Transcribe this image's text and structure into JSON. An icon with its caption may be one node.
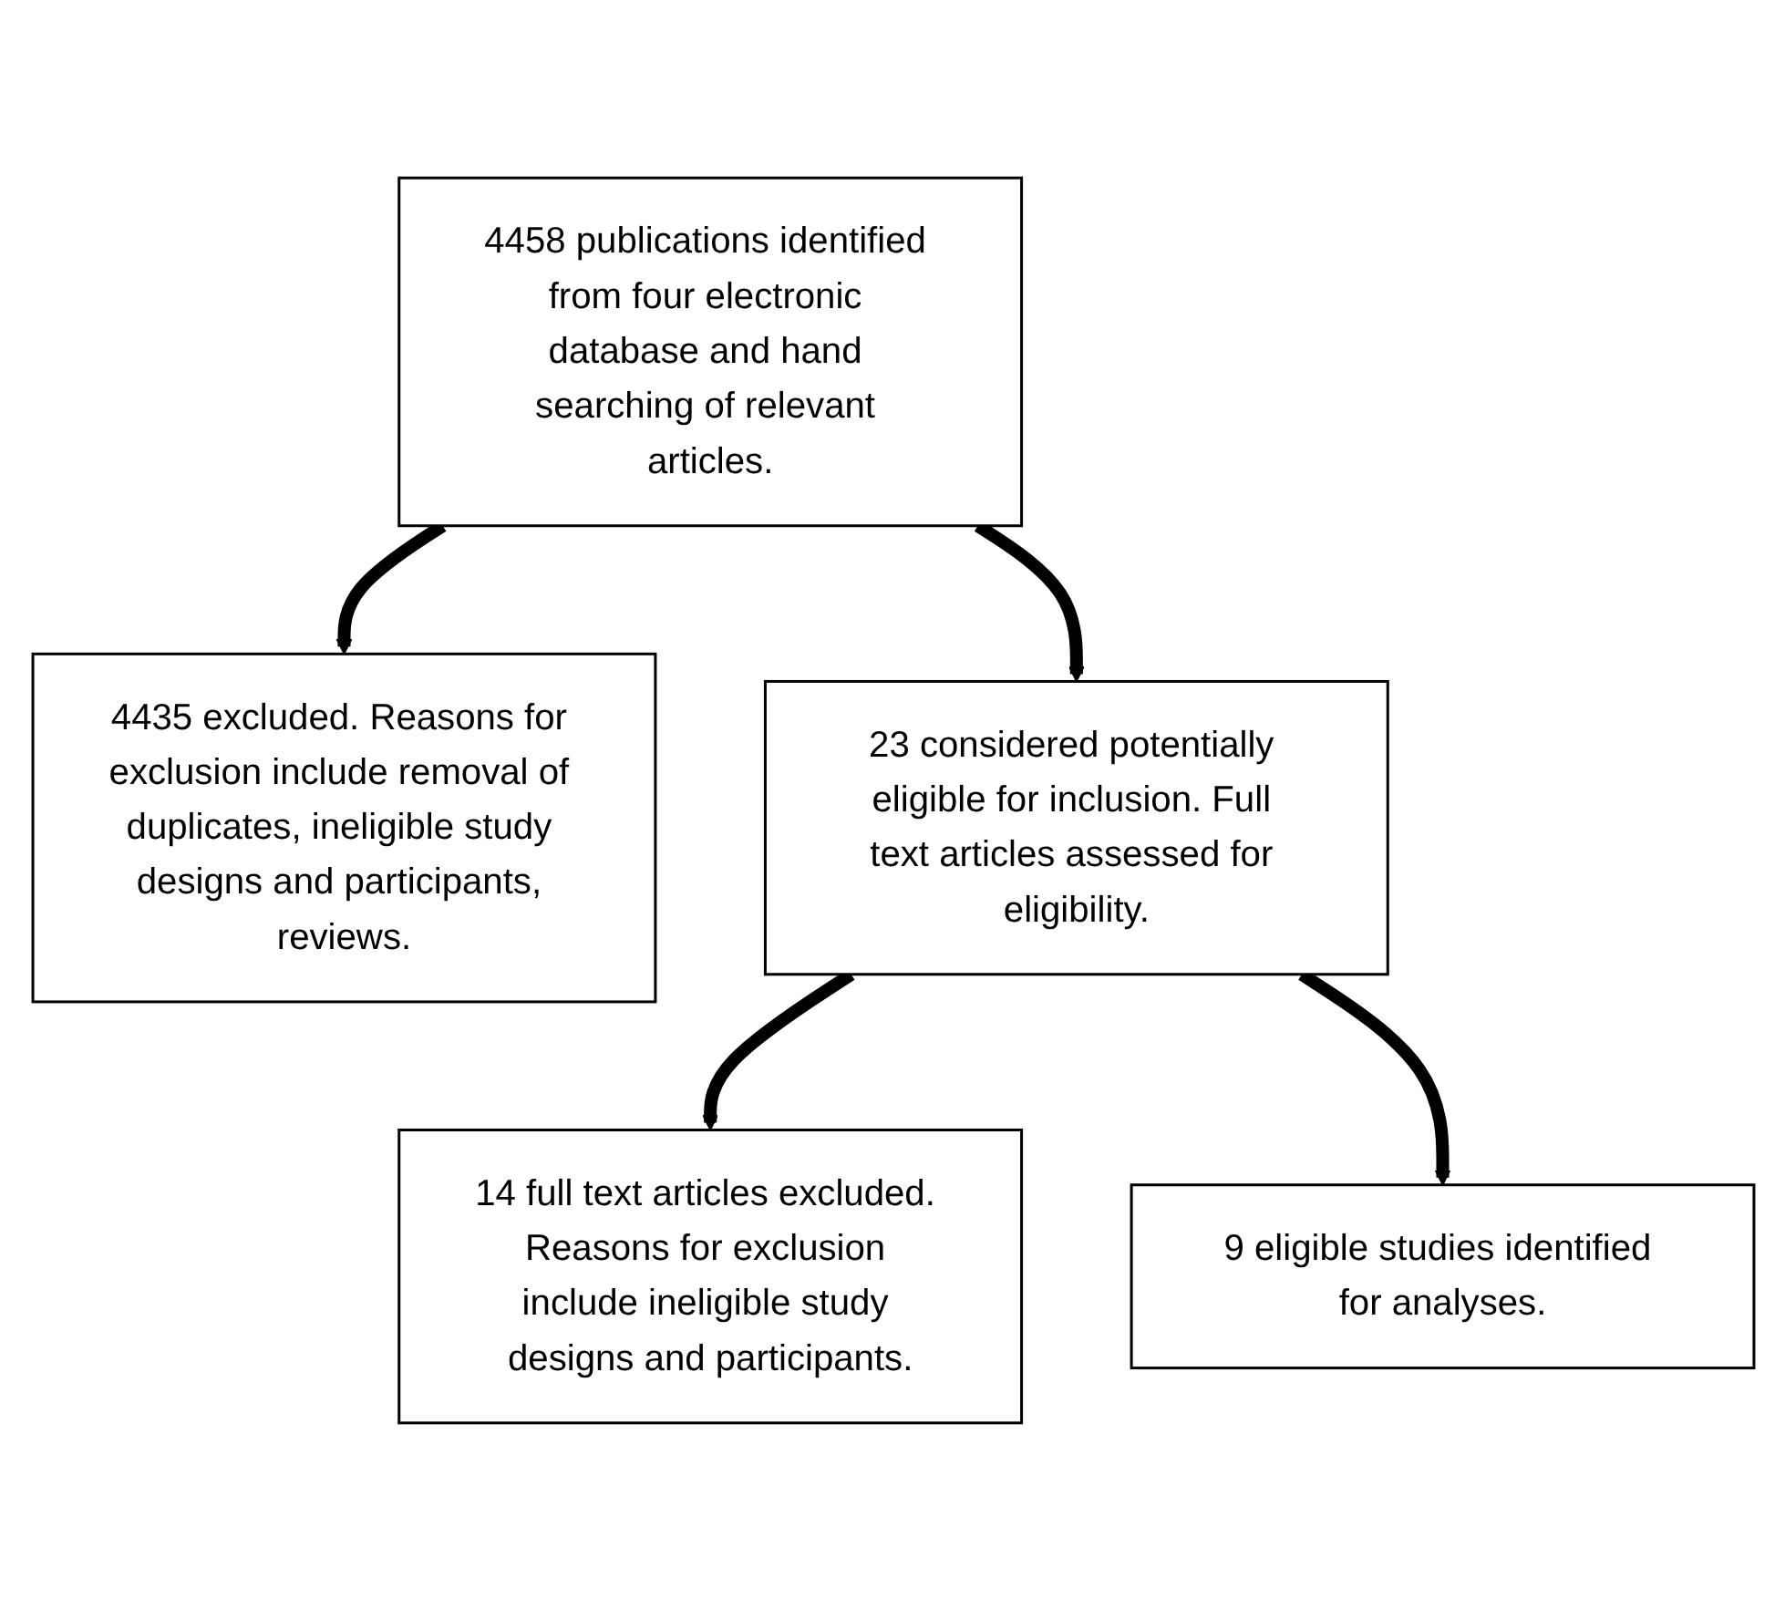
{
  "diagram": {
    "nodes": [
      {
        "text": [
          "4458 publications identified from four electronic database and hand searching of relevant articles."
        ]
      },
      {
        "text": [
          "4435 excluded. Reasons for exclusion include removal of duplicates, ineligible study designs and participants, reviews."
        ]
      },
      {
        "text": [
          "23 considered potentially eligible for inclusion. Full text articles assessed for eligibility."
        ]
      },
      {
        "text": [
          "14 full text articles excluded. Reasons for exclusion include ineligible study designs and participants."
        ]
      },
      {
        "text": [
          "9 eligible studies identified for analyses."
        ]
      }
    ],
    "edges": [
      {
        "from": 0,
        "to": 1,
        "arrow": "to"
      },
      {
        "from": 0,
        "to": 2,
        "arrow": "to"
      },
      {
        "from": 2,
        "to": 3,
        "arrow": "to"
      },
      {
        "from": 2,
        "to": 4,
        "arrow": "to"
      }
    ]
  }
}
